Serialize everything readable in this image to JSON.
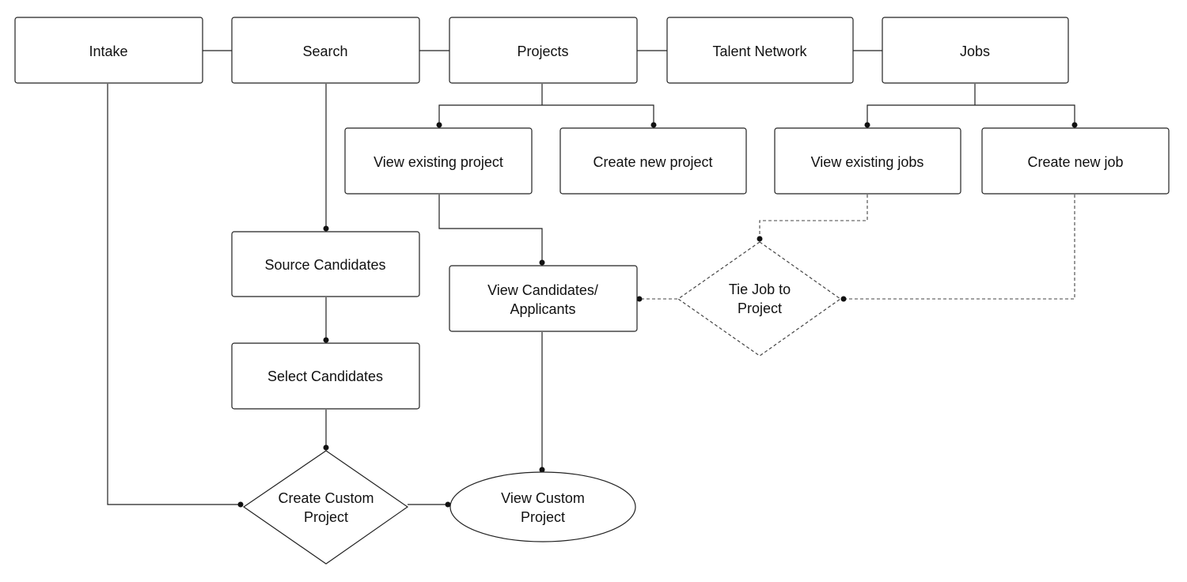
{
  "nodes": {
    "intake": {
      "lines": [
        "Intake"
      ]
    },
    "search": {
      "lines": [
        "Search"
      ]
    },
    "projects": {
      "lines": [
        "Projects"
      ]
    },
    "talent_network": {
      "lines": [
        "Talent Network"
      ]
    },
    "jobs": {
      "lines": [
        "Jobs"
      ]
    },
    "view_existing_project": {
      "lines": [
        "View existing project"
      ]
    },
    "create_new_project": {
      "lines": [
        "Create new project"
      ]
    },
    "view_existing_jobs": {
      "lines": [
        "View existing jobs"
      ]
    },
    "create_new_job": {
      "lines": [
        "Create new job"
      ]
    },
    "source_candidates": {
      "lines": [
        "Source Candidates"
      ]
    },
    "view_candidates_applicants": {
      "lines": [
        "View Candidates/",
        "Applicants"
      ]
    },
    "tie_job_to_project": {
      "lines": [
        "Tie Job to",
        "Project"
      ]
    },
    "select_candidates": {
      "lines": [
        "Select Candidates"
      ]
    },
    "create_custom_project": {
      "lines": [
        "Create Custom",
        "Project"
      ]
    },
    "view_custom_project": {
      "lines": [
        "View Custom",
        "Project"
      ]
    }
  }
}
